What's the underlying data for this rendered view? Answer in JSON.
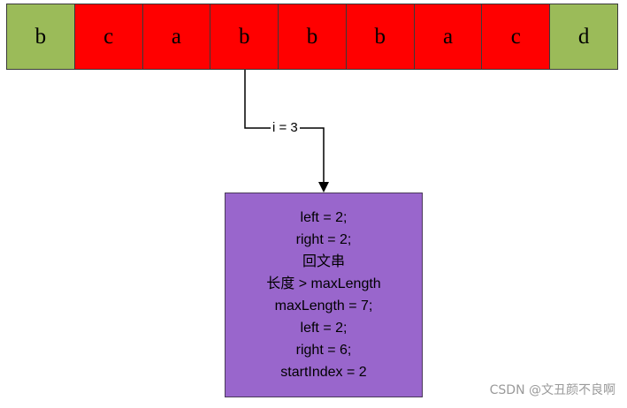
{
  "cells": [
    {
      "char": "b",
      "role": "edge"
    },
    {
      "char": "c",
      "role": "palindrome"
    },
    {
      "char": "a",
      "role": "palindrome"
    },
    {
      "char": "b",
      "role": "palindrome"
    },
    {
      "char": "b",
      "role": "palindrome"
    },
    {
      "char": "b",
      "role": "palindrome"
    },
    {
      "char": "a",
      "role": "palindrome"
    },
    {
      "char": "c",
      "role": "palindrome"
    },
    {
      "char": "d",
      "role": "edge"
    }
  ],
  "colors": {
    "edge_cell": "#9bbb59",
    "palindrome_cell": "#ff0000",
    "info_box": "#9966cc",
    "watermark": "#9a9a9a"
  },
  "pointer": {
    "label": "i = 3"
  },
  "info_box": {
    "lines": [
      "left = 2;",
      "right = 2;",
      "回文串",
      "长度 > maxLength",
      "maxLength = 7;",
      "left = 2;",
      "right = 6;",
      "startIndex = 2"
    ]
  },
  "watermark": "CSDN @文丑颜不良啊"
}
